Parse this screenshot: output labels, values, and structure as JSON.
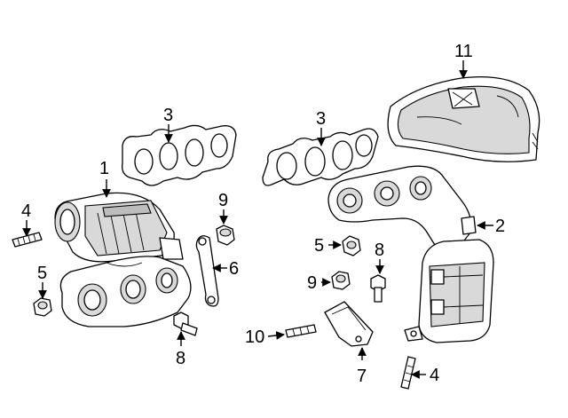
{
  "callouts": {
    "c1": "1",
    "c2": "2",
    "c3_left": "3",
    "c3_right": "3",
    "c4_left": "4",
    "c4_right": "4",
    "c5_left": "5",
    "c5_right": "5",
    "c6": "6",
    "c7": "7",
    "c8_left": "8",
    "c8_right": "8",
    "c9_left": "9",
    "c9_right": "9",
    "c10": "10",
    "c11": "11"
  }
}
